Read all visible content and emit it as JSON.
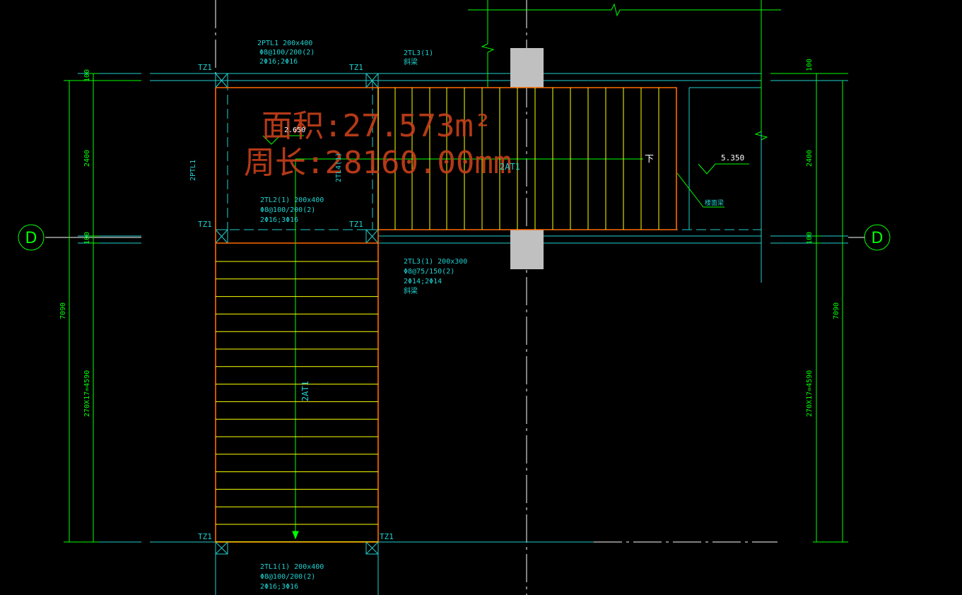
{
  "drawing": {
    "area_label": "面积:27.573m²",
    "perimeter_label": "周长:28160.00mm",
    "grid_axis_left": "D",
    "grid_axis_right": "D",
    "colors": {
      "background": "#000000",
      "dimension": "#00ff00",
      "axis": "#ffffff",
      "beam_text": "#00ffff",
      "outline": "#ff6a00",
      "treads": "#ffff00",
      "measure_text": "#c8401a",
      "column": "#c0c0c0"
    },
    "dimensions": {
      "left_top": "100",
      "left_mid": "2400",
      "left_lower_100": "100",
      "left_total": "7090",
      "left_steps": "270X17=4590",
      "right_top": "100",
      "right_mid": "2400",
      "right_lower_100": "100",
      "right_total": "7090",
      "right_steps": "270X17=4590"
    },
    "columns": {
      "tz_top_left": "TZ1",
      "tz_top_right": "TZ1",
      "tz_mid_left": "TZ1",
      "tz_mid_right": "TZ1",
      "tz_bot_left": "TZ1",
      "tz_bot_right": "TZ1"
    },
    "beams": {
      "pt_top": [
        "2PTL1 200x400",
        "Φ8@100/200(2)",
        "2Φ16;2Φ16"
      ],
      "tl3_top": [
        "2TL3(1)",
        "斜梁"
      ],
      "pt_side": "2PTL1",
      "tl4": "2TL4(1)",
      "tl2": [
        "2TL2(1) 200x400",
        "Φ8@100/200(2)",
        "2Φ16;3Φ16"
      ],
      "tl3_mid": [
        "2TL3(1) 200x300",
        "Φ8@75/150(2)",
        "2Φ14;2Φ14",
        "斜梁"
      ],
      "tl1_bot": [
        "2TL1(1) 200x400",
        "Φ8@100/200(2)",
        "2Φ16;3Φ16"
      ]
    },
    "stairs": {
      "flight_upper": "2AT1",
      "flight_lower": "2AT1",
      "down_mark": "下",
      "elev_landing": "2.650",
      "elev_floor": "5.350",
      "slab_note": "楼面梁"
    }
  }
}
